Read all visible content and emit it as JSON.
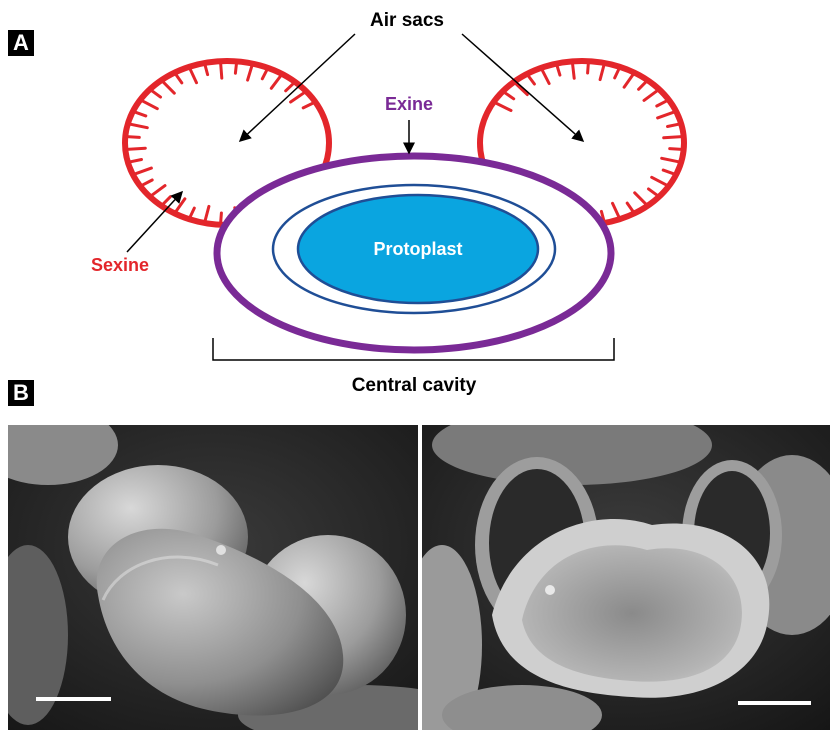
{
  "panels": {
    "a_label": "A",
    "b_label": "B"
  },
  "diagram": {
    "air_sacs_label": "Air sacs",
    "exine_label": "Exine",
    "sexine_label": "Sexine",
    "protoplast_label": "Protoplast",
    "central_cavity_label": "Central cavity"
  },
  "colors": {
    "sexine": "#e3262b",
    "exine": "#7a2a96",
    "protoplast_fill": "#0aa5e0",
    "intine_outline": "#1f4e96",
    "scale_bar": "#ffffff"
  }
}
